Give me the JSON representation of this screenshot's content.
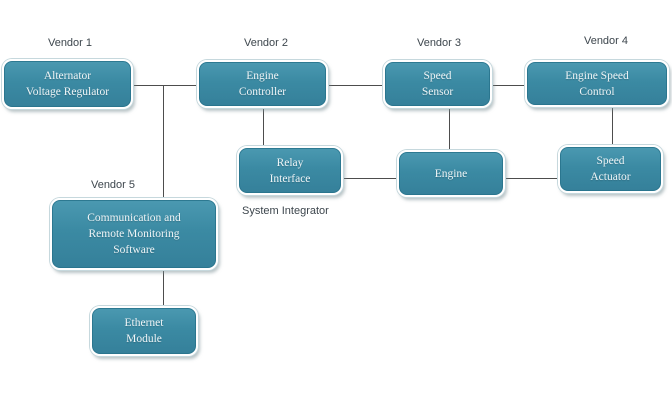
{
  "diagram": {
    "labels": {
      "vendor1": "Vendor 1",
      "vendor2": "Vendor 2",
      "vendor3": "Vendor 3",
      "vendor4": "Vendor 4",
      "vendor5": "Vendor 5",
      "system_integrator": "System Integrator"
    },
    "nodes": {
      "alternator_voltage_regulator": "Alternator\nVoltage Regulator",
      "engine_controller": "Engine\nController",
      "speed_sensor": "Speed\nSensor",
      "engine_speed_control": "Engine Speed\nControl",
      "relay_interface": "Relay\nInterface",
      "engine": "Engine",
      "speed_actuator": "Speed\nActuator",
      "communication_software": "Communication and\nRemote Monitoring\nSoftware",
      "ethernet_module": "Ethernet\nModule"
    },
    "colors": {
      "node_fill": "#3B8AA3",
      "node_fill_light": "#4B99B1",
      "node_border": "#FFFFFF",
      "node_text": "#EFF5F7",
      "connector": "#4D4D4D",
      "label_text": "#3D464D",
      "background": "#FFFFFF"
    }
  }
}
